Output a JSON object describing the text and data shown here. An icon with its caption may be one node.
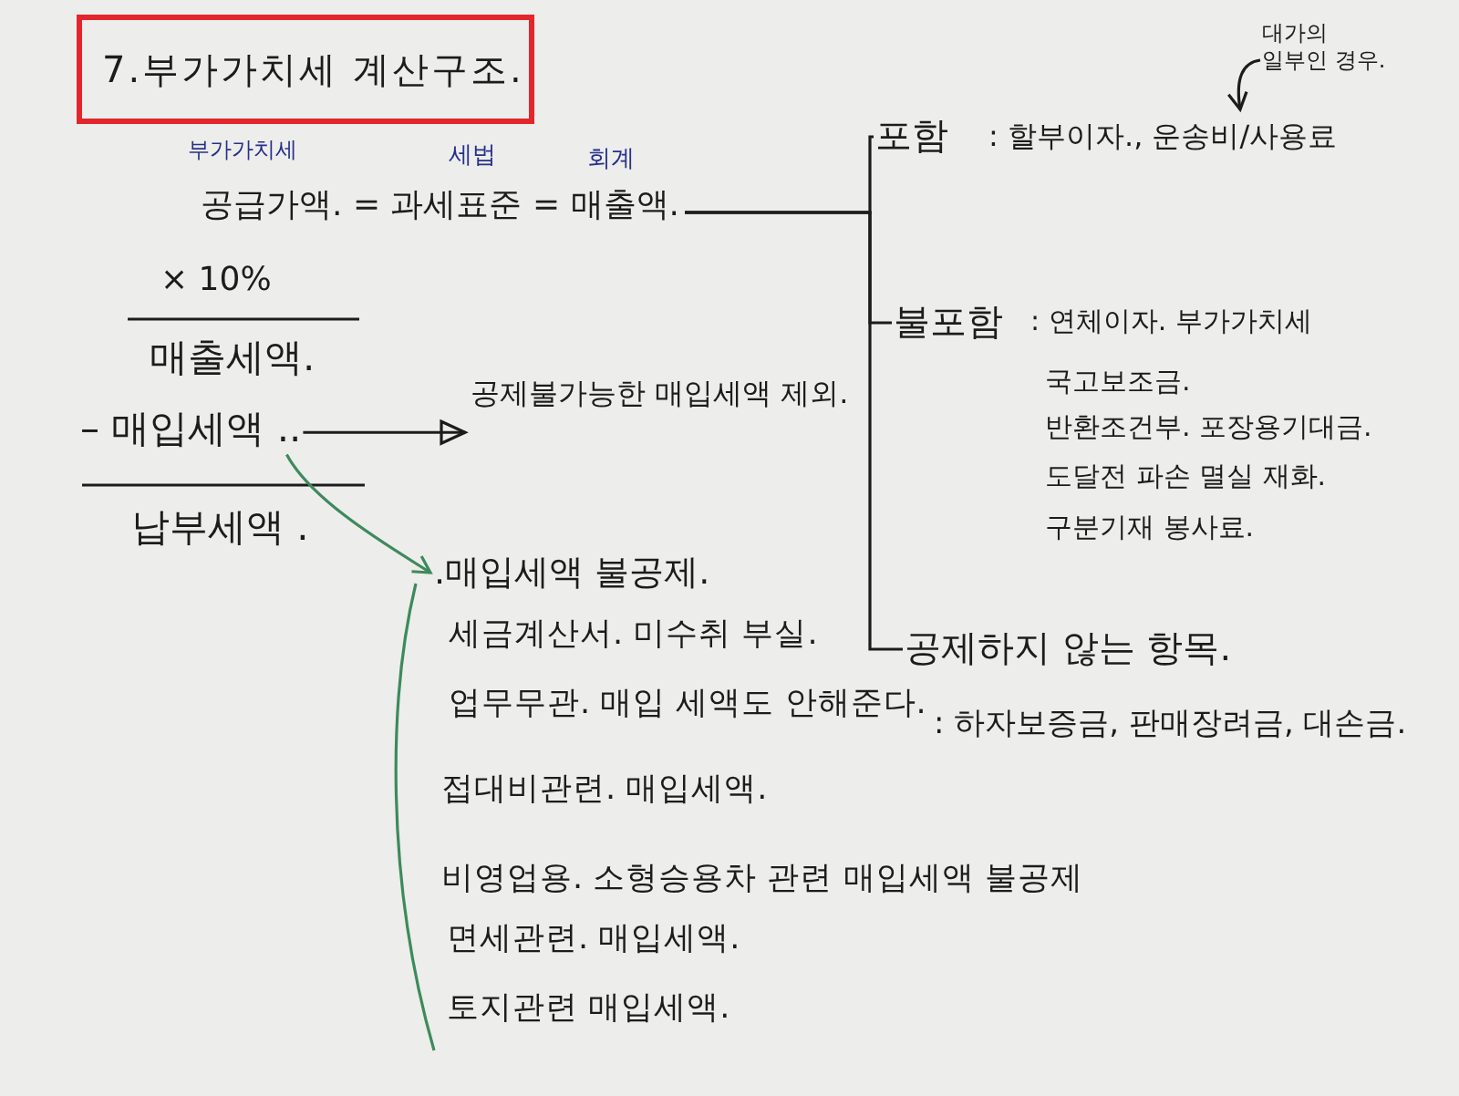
{
  "diagram": {
    "title": "7.부가가치세 계산구조.",
    "nodes": [
      {
        "text": [
          "공급가액. = 과세표준 = 매출액."
        ]
      },
      {
        "text": [
          "– 매입세액 .."
        ]
      },
      {
        "text": [
          "공제불가능한 매입세액 제외."
        ]
      },
      {
        "text": [
          "대가의 일부인 경우."
        ]
      },
      {
        "text": [
          "포함",
          ": 할부이자., 운송비/사용료"
        ]
      },
      {
        "text": [
          "불포함",
          ": 연체이자. 부가가치세",
          "국고보조금.",
          "반환조건부. 포장용기대금.",
          "도달전 파손 멸실 재화.",
          "구분기재 봉사료."
        ]
      },
      {
        "text": [
          "공제하지 않는 항목.",
          ": 하자보증금, 판매장려금, 대손금."
        ]
      },
      {
        "text": [
          ".매입세액 불공제.",
          "세금계산서. 미수취 부실.",
          "업무무관. 매입 세액도 안해준다.",
          "접대비관련. 매입세액.",
          "비영업용. 소형승용차 관련 매입세액 불공제",
          "면세관련. 매입세액.",
          "토지관련 매입세액."
        ]
      }
    ],
    "edges": [
      {
        "from": 0,
        "to": 4,
        "arrow": "none"
      },
      {
        "from": 0,
        "to": 5,
        "arrow": "none"
      },
      {
        "from": 0,
        "to": 6,
        "arrow": "none"
      },
      {
        "from": 1,
        "to": 2,
        "arrow": "to"
      },
      {
        "from": 1,
        "to": 7,
        "arrow": "to",
        "color": "#3d8a5c"
      },
      {
        "from": 3,
        "to": 4,
        "arrow": "to"
      }
    ],
    "labels": [
      "부가가치세",
      "세법",
      "회계",
      "× 10%",
      "매출세액.",
      "납부세액 ."
    ]
  }
}
